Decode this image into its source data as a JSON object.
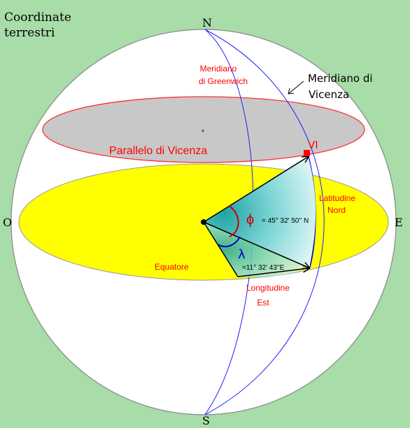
{
  "title": {
    "line1": "Coordinate",
    "line2": "terrestri"
  },
  "cardinal": {
    "north": "N",
    "south": "S",
    "west": "O",
    "east": "E"
  },
  "labels": {
    "greenwich_line1": "Meridiano",
    "greenwich_line2": "di Greenwich",
    "vicenza_meridian_line1": "Meridiano di",
    "vicenza_meridian_line2": "Vicenza",
    "parallel": "Parallelo di Vicenza",
    "point": "VI",
    "latitude_line1": "Latitudine",
    "latitude_line2": "Nord",
    "equator": "Equatore",
    "longitude_line1": "Longitudine",
    "longitude_line2": "Est",
    "phi_symbol": "ϕ",
    "phi_value": "= 45° 32' 50'' N",
    "lambda_symbol": "λ",
    "lambda_value": "=11° 32' 43''E",
    "center_mark": "+"
  },
  "colors": {
    "background": "#a8dca8",
    "sphere": "#ffffff",
    "equator_fill": "#ffff00",
    "parallel_fill": "#c8c8c8",
    "parallel_stroke": "#ff3030",
    "meridian": "#2020ff",
    "label_red": "#ff0000",
    "lambda_blue": "#0000cc",
    "wedge_teal": "#7fd6d6"
  }
}
